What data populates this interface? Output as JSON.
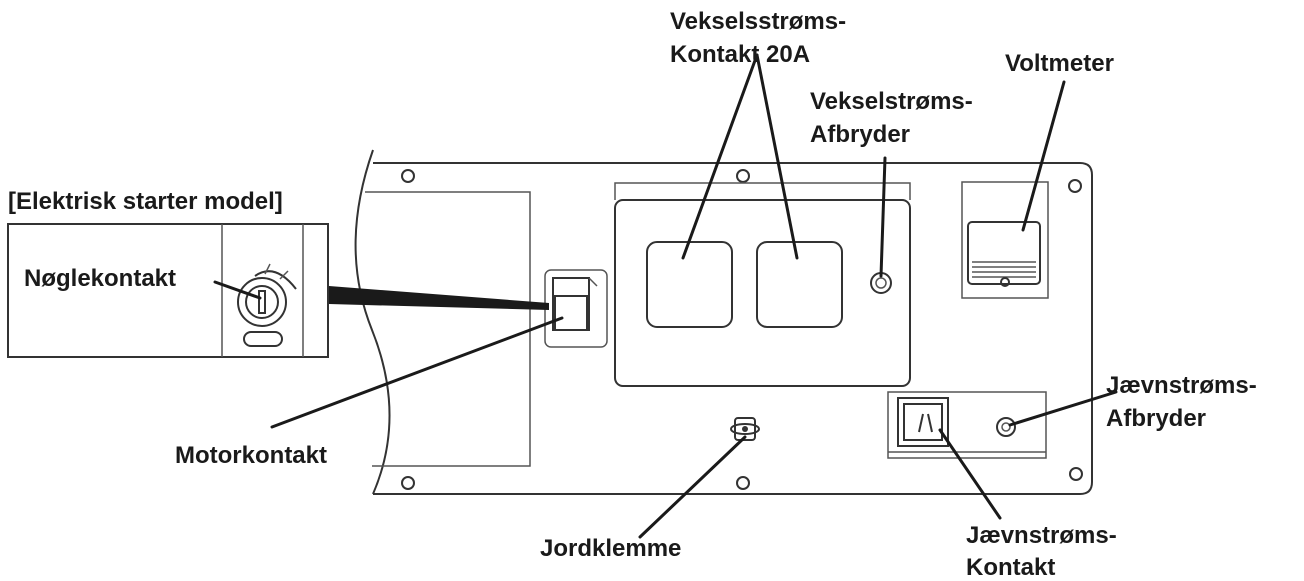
{
  "labels": {
    "ac_outlet_line1": "Vekselsstrøms-",
    "ac_outlet_line2": "Kontakt 20A",
    "voltmeter": "Voltmeter",
    "ac_breaker_line1": "Vekselstrøms-",
    "ac_breaker_line2": "Afbryder",
    "electric_starter_model": "[Elektrisk starter model]",
    "key_switch": "Nøglekontakt",
    "engine_switch": "Motorkontakt",
    "dc_breaker_line1": "Jævnstrøms-",
    "dc_breaker_line2": "Afbryder",
    "ground_terminal": "Jordklemme",
    "dc_outlet_line1": "Jævnstrøms-",
    "dc_outlet_line2": "Kontakt"
  }
}
